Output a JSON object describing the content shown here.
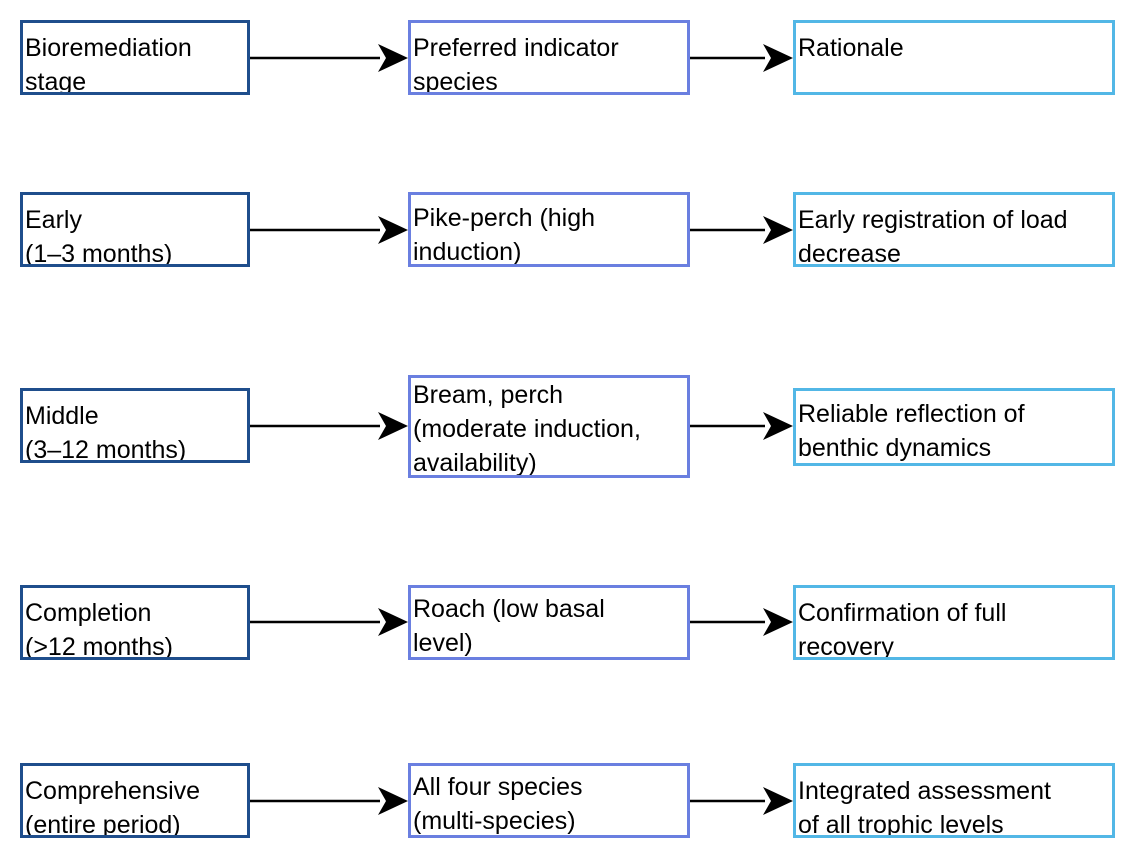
{
  "colors": {
    "stage_border": "#1f4e8c",
    "species_border": "#6a7fe0",
    "rationale_border": "#52b7e6",
    "arrow": "#000000"
  },
  "rows": [
    {
      "stage": "Bioremediation\nstage",
      "species": "Preferred indicator\nspecies",
      "rationale": "Rationale"
    },
    {
      "stage": "Early\n(1–3 months)",
      "species": "Pike-perch (high\ninduction)",
      "rationale": "Early registration of load\ndecrease"
    },
    {
      "stage": "Middle\n(3–12 months)",
      "species": "Bream, perch\n(moderate induction,\navailability)",
      "rationale": "Reliable reflection of\nbenthic dynamics"
    },
    {
      "stage": "Completion\n(>12 months)",
      "species": "Roach (low basal\nlevel)",
      "rationale": "Confirmation of full\nrecovery"
    },
    {
      "stage": "Comprehensive\n(entire period)",
      "species": "All four species\n(multi-species)",
      "rationale": "Integrated assessment\nof all trophic levels"
    }
  ]
}
